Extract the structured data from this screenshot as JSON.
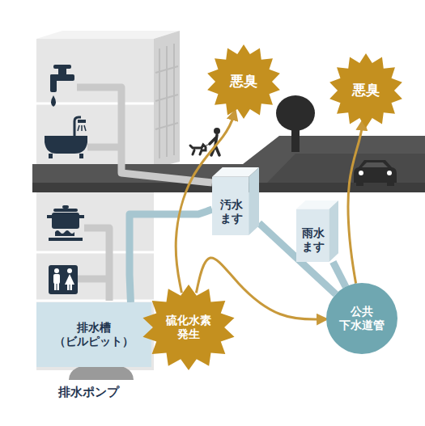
{
  "diagram": {
    "nodes": [
      {
        "text": [
          "悪臭"
        ]
      },
      {
        "text": [
          "悪臭"
        ]
      },
      {
        "text": [
          "汚水 ます"
        ]
      },
      {
        "text": [
          "雨水 ます"
        ]
      },
      {
        "text": [
          "排水槽 （ビルピット）"
        ]
      },
      {
        "text": [
          "硫化水素 発生"
        ]
      },
      {
        "text": [
          "公共 下水道管"
        ]
      }
    ],
    "edges": [
      {
        "from": 5,
        "to": 0,
        "arrow": "to"
      },
      {
        "from": 5,
        "to": 6,
        "arrow": "to"
      },
      {
        "from": 6,
        "to": 1,
        "arrow": "to"
      },
      {
        "from": 4,
        "to": 2,
        "arrow": "none"
      },
      {
        "from": 2,
        "to": 6,
        "arrow": "none"
      },
      {
        "from": 3,
        "to": 6,
        "arrow": "none"
      }
    ],
    "labels": [
      "排水ポンプ"
    ]
  }
}
